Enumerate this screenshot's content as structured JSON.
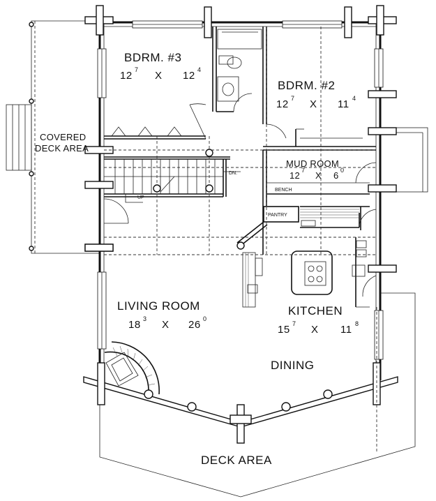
{
  "rooms": {
    "bedroom3": {
      "label": "BDRM. #3",
      "dim_w": "12",
      "dim_w_sup": "7",
      "x": "X",
      "dim_h": "12",
      "dim_h_sup": "4"
    },
    "bedroom2": {
      "label": "BDRM. #2",
      "dim_w": "12",
      "dim_w_sup": "7",
      "x": "X",
      "dim_h": "11",
      "dim_h_sup": "4"
    },
    "mud_room": {
      "label": "MUD ROOM",
      "dim_w": "12",
      "dim_w_sup": "7",
      "x": "X",
      "dim_h": "6",
      "dim_h_sup": "0"
    },
    "living_room": {
      "label": "LIVING ROOM",
      "dim_w": "18",
      "dim_w_sup": "3",
      "x": "X",
      "dim_h": "26",
      "dim_h_sup": "0"
    },
    "kitchen": {
      "label": "KITCHEN",
      "dim_w": "15",
      "dim_w_sup": "7",
      "x": "X",
      "dim_h": "11",
      "dim_h_sup": "8"
    },
    "dining": {
      "label": "DINING"
    },
    "covered_deck": {
      "label_line1": "COVERED",
      "label_line2": "DECK AREA"
    },
    "deck": {
      "label": "DECK AREA"
    }
  },
  "fixtures": {
    "bench": "BENCH",
    "pantry": "PANTRY",
    "stair_dn": "DN.",
    "stair_up": "UP"
  },
  "colors": {
    "line": "#111111",
    "background": "#ffffff"
  }
}
